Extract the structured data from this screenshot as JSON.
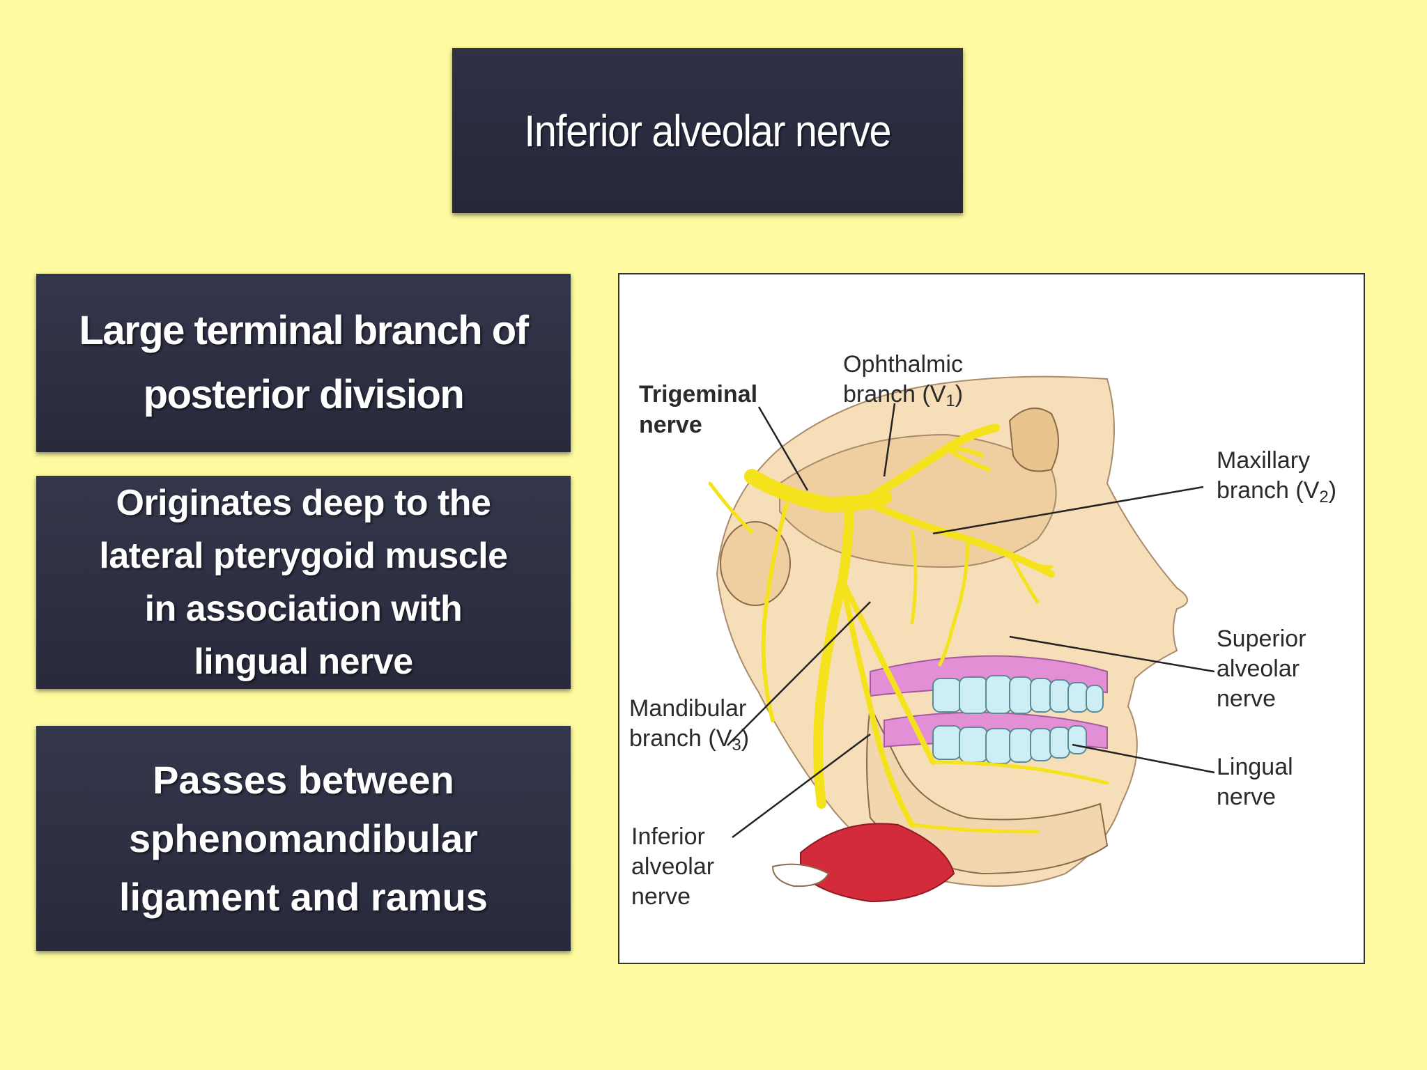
{
  "title": "Inferior alveolar nerve",
  "boxes": [
    {
      "lines": [
        "Large terminal branch of",
        "posterior division"
      ]
    },
    {
      "lines": [
        "Originates deep to the",
        "lateral pterygoid muscle",
        "in association with",
        "lingual nerve"
      ]
    },
    {
      "lines": [
        "Passes between",
        "sphenomandibular",
        "ligament and ramus"
      ]
    }
  ],
  "diagram": {
    "labels": {
      "trigeminal": [
        "Trigeminal",
        "nerve"
      ],
      "ophthalmic": [
        "Ophthalmic",
        "branch (V",
        "1",
        ")"
      ],
      "maxillary": [
        "Maxillary",
        "branch (V",
        "2",
        ")"
      ],
      "superior_alveolar": [
        "Superior",
        "alveolar",
        "nerve"
      ],
      "lingual": [
        "Lingual",
        "nerve"
      ],
      "mandibular": [
        "Mandibular",
        "branch (V",
        "3",
        ")"
      ],
      "inferior_alveolar": [
        "Inferior",
        "alveolar",
        "nerve"
      ]
    },
    "colors": {
      "nerve": "#f4e21c",
      "skin": "#f6dfb8",
      "bone": "#f0d4a8",
      "teeth": "#cdeef4",
      "gum": "#e38fd6",
      "muscle": "#d42b3a"
    }
  }
}
